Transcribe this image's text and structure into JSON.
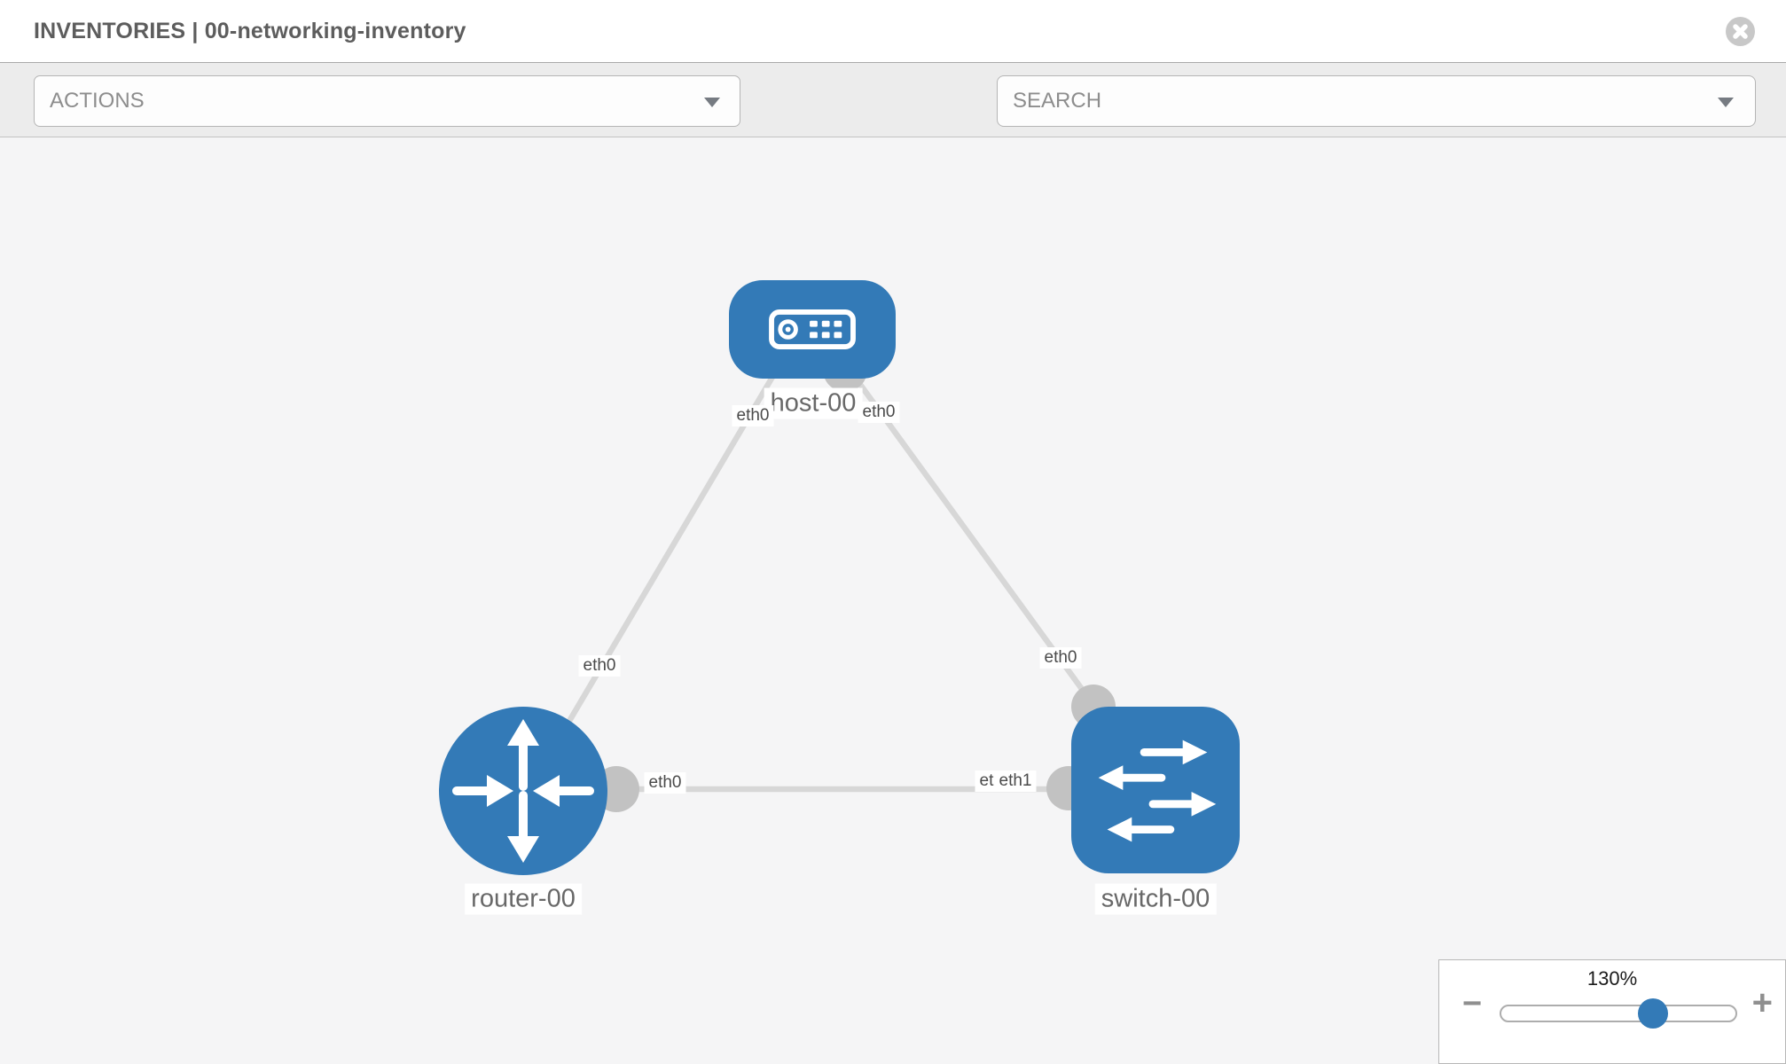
{
  "window": {
    "title": "INVENTORIES | 00-networking-inventory"
  },
  "toolbar": {
    "actions_label": "ACTIONS",
    "search_placeholder": "SEARCH",
    "icons": [
      "wrench-icon",
      "key-icon"
    ]
  },
  "topology": {
    "nodes": [
      {
        "name": "host-00",
        "type": "host"
      },
      {
        "name": "router-00",
        "type": "router"
      },
      {
        "name": "switch-00",
        "type": "switch"
      }
    ],
    "links": [
      {
        "source": "host-00",
        "source_port": "eth0",
        "target": "router-00",
        "target_port": "eth0"
      },
      {
        "source": "host-00",
        "source_port": "eth0",
        "target": "switch-00",
        "target_port": "eth0"
      },
      {
        "source": "router-00",
        "source_port": "eth0",
        "target": "switch-00",
        "target_port": "eth1",
        "target_port_underlay": "eth0"
      }
    ]
  },
  "zoom_control": {
    "level": "130%",
    "zoom_out_label": "−",
    "zoom_in_label": "+"
  },
  "colors": {
    "node_blue": "#337ab7",
    "link_gray": "#d7d7d7",
    "endpoint_gray": "#c2c2c2",
    "canvas_bg": "#f5f5f6",
    "toolbar_bg": "#ececec",
    "icon_gray": "#8c8c8c",
    "text_gray": "#8d8d8d",
    "title_gray": "#5d5d5d",
    "label_gray": "#686868"
  }
}
